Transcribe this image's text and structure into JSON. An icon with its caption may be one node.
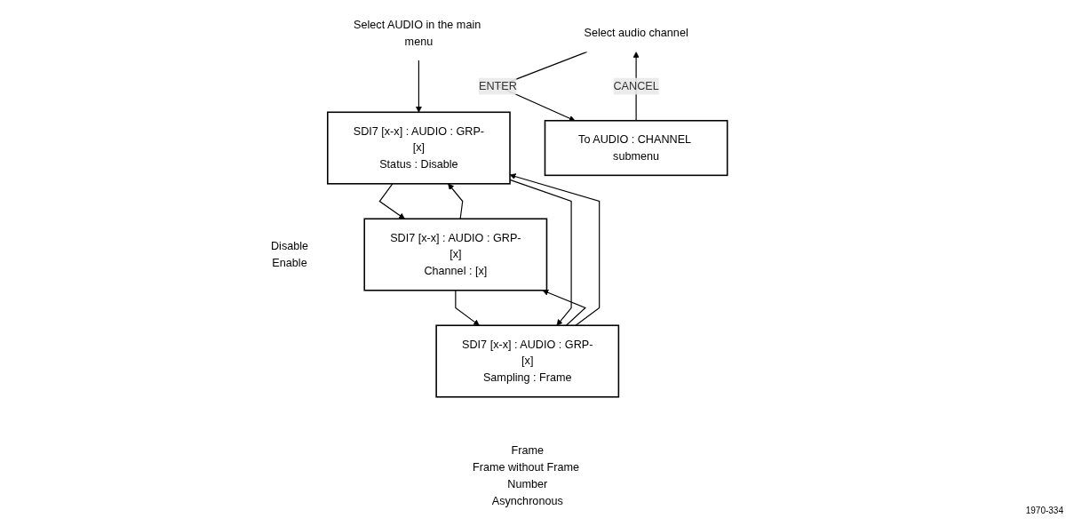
{
  "diagram": {
    "nodes": [
      {
        "text": [
          "Select AUDIO in the main menu"
        ]
      },
      {
        "text": [
          "SDI7 [x-x] : AUDIO : GRP-[x]",
          "Status : Disable"
        ],
        "beside": [
          "Disable",
          "Enable"
        ]
      },
      {
        "text": [
          "SDI7 [x-x] : AUDIO : GRP-[x]",
          "Channel : [x]"
        ]
      },
      {
        "text": [
          "Select audio channel"
        ]
      },
      {
        "text": [
          "To AUDIO : CHANNEL submenu"
        ]
      },
      {
        "text": [
          "SDI7 [x-x] : AUDIO : GRP-[x]",
          "Sampling : Frame"
        ],
        "beside": [
          "Frame",
          "Frame without Frame Number",
          "Asynchronous"
        ]
      }
    ],
    "edges": [
      {
        "from": 0,
        "to": 1,
        "arrow": "to"
      },
      {
        "from": 1,
        "to": 2,
        "arrow": "to"
      },
      {
        "from": 2,
        "to": 1,
        "arrow": "to"
      },
      {
        "from": 2,
        "to": 5,
        "arrow": "to"
      },
      {
        "from": 5,
        "to": 2,
        "arrow": "to"
      },
      {
        "from": 5,
        "to": 1,
        "arrow": "to"
      },
      {
        "from": 1,
        "to": 5,
        "arrow": "to"
      },
      {
        "from": 3,
        "to": 4,
        "label": "ENTER",
        "arrow": "to"
      },
      {
        "from": 4,
        "to": 3,
        "label": "CANCEL",
        "arrow": "to"
      }
    ],
    "labels": [
      "1970-334"
    ]
  }
}
